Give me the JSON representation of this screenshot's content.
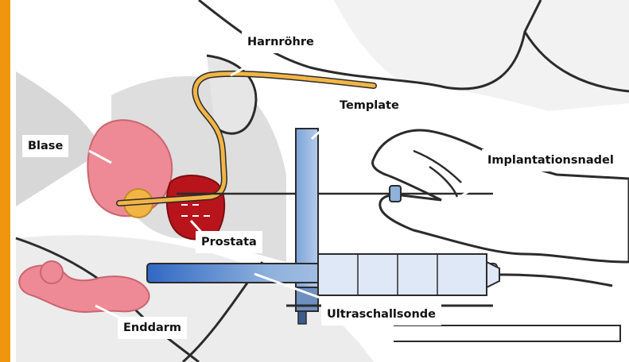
{
  "colors": {
    "accent_bar": "#f0950e",
    "body_shade": "#e4e4e4",
    "outline": "#2b2b2b",
    "bladder": "#ee8a95",
    "prostate": "#b8141c",
    "urethra": "#f2b545",
    "probe_blue": "#8fb1dc"
  },
  "labels": {
    "urethra": "Harnröhre",
    "template": "Template",
    "bladder": "Blase",
    "needle": "Implantationsnadel",
    "prostate": "Prostata",
    "probe": "Ultraschallsonde",
    "rectum": "Enddarm"
  }
}
